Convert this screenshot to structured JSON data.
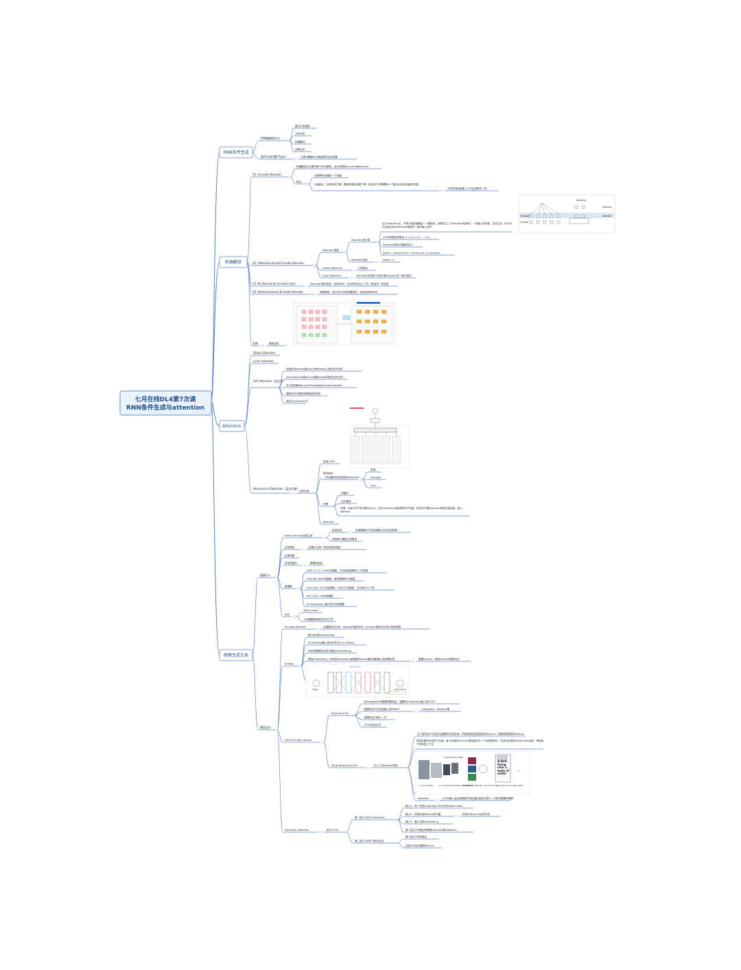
{
  "root": {
    "line1": "七月在线DL4第7次课",
    "line2": "RNN条件生成与attention"
  },
  "main": {
    "rnn": "RNN条件生成",
    "mt": "机器翻译",
    "att": "Attention",
    "cap": "图像生成文本"
  },
  "rnn": {
    "b1": "RNN能做到什么",
    "b1_1": "图片生成描述",
    "b1_2": "文本分类",
    "b1_3": "机器翻译",
    "b1_4": "对联生成",
    "b2": "条件生成问题 P(y|x)",
    "b2_1": "分类问题都可以看成条件生成问题"
  },
  "mt": {
    "v1": "V1: Encoder-Decoder",
    "v1_a": "机器翻译可以看作两个RNN串联，设计对等的encoder和decoder",
    "v1_b": "缺点",
    "v1_b1": "会把源句压缩在一个向量",
    "v1_b2": "长度较长，信息丢失严重，翻译效果会急剧下降（比如句子中需要有一个重点出现在前面的词语）",
    "v1_b2x": "不同时刻的权重上下文应该是不一样",
    "v2": "V2: Attention-based Encoder-Decoder",
    "v2_a": "Attention思想",
    "v2_a1": "Attention的计算",
    "v2_a1_1": "加了attention后，不再只用前面最后一个隐状态，而是关注（与decoder相关的）一些输入的信息，生成之后，所以可以自适应地与decoder相关的一部分输入对齐",
    "v2_a1_2": "LSTM的隐状态集合 H = {h1, h2, ..., hn}",
    "v2_a1_3": "Decoder用来计算隐状态 si",
    "v2_a1_4": "Alpha = (tanh(w1*hj + w2*si)) for j in range(n)",
    "v2_a2": "Attention加权",
    "v2_a2_1": "Alpha * a",
    "v2_b": "Global Attention",
    "v2_b1": "计算量大",
    "v2_c": "Local Attention",
    "v2_c1": "decoder中的某个时刻只和encoder的一部分相关",
    "v3": "V3: Bi-directional encoder layer",
    "v3_1": "Attention的可视化，双向RNN，可以同时记住上下文（前后文）的信息",
    "v4": "V4: Residual-based Encoder-Decoder",
    "v4_1": "残差网络，由于在CNN的效果很好，也应用到RNN中",
    "v5": "总结",
    "v5_1": "模型结构"
  },
  "att": {
    "g": "Global Attention",
    "l": "Local Attention",
    "s": "Self Attention（自注意）",
    "s1": "传统的attention是source和target之间的对齐关系",
    "s2": "Self attention是source或者target内部的对齐关系",
    "s3": "可以同时解决source与target的encoder-decoder",
    "s4": "捕获句子内部的依赖和结构关系",
    "s5": "用在Transformer中",
    "h": "Hierarchical Attention（层次注意）",
    "h_t": "文本分类",
    "h_t1": "双向LSTM",
    "h_t2": "层次组合",
    "h_t2_note": "（先词级别后句级别的attention）",
    "h_t2_1": "拼接",
    "h_t2_2": "Average",
    "h_t2_3": "max",
    "h_t3": "步骤",
    "h_t3_1": "词级别",
    "h_t3_2": "句子级别",
    "h_t3_3": "步骤：对每个句子的词表示term，进行attention加权得到句子向量，再对句子做attention得到文档向量，接入softmax",
    "h_t4": "Attention"
  },
  "cap": {
    "intro": "图像引入",
    "dl": "Deep Learning出现之前",
    "dl1": "检测目标",
    "dl1_1": "采用图像的方法检测图片中存在的物体",
    "dl2": "采用语义模板生成描述",
    "task": "任务描述",
    "task1": "给图片生成一句自然语言描述",
    "app": "应用场景",
    "app_sub": "多任务融合",
    "app_sub1": "跨模态检索",
    "data": "数据集",
    "data1": "IAPR TC-12: 20000张图像，平均每张图像有1.7句描述",
    "data2": "Flickr8k: 8000张图像，每张图像有5句描述",
    "data3": "Flickr30k: 31783张图像，158915句描述，平均每句12.3词",
    "data4": "MS COCO: 16W张图像",
    "data5": "AI Challenger: 最大的中文数据集",
    "eval": "评价",
    "eval1": "BLEU score",
    "eval2": "与机器翻译相同的评价方式",
    "model": "模型设计",
    "ed": "Encoder-Decoder",
    "ed1": "从图像生成文本，decoder使用RNN，encoder使用CNN进行特征提取",
    "mrnn": "M-RNN",
    "mrnn1": "输入单词的embedding",
    "mrnn2": "Embedding输入到RNN中(M-rnn Model)",
    "mrnn3": "RNN和图像特征进行融合(embedding)",
    "mrnn4": "得到embedding，RNN层embedding和图像feature通过映射输入到多模态层",
    "mrnn4x": "图像feature，使用AlexNet提取特征",
    "nic": "Neural Image Caption",
    "sat": "Show And Tell",
    "sat1": "用GoogleNet对图像提取特征，图像的embedding输入到LSTM",
    "sat2": "图像特征只在开始输入到RNN中",
    "sat2x": "GoogleNet、Residual等",
    "sat3": "图像特征只输入一次",
    "sat4": "LSTM生成文本",
    "saat": "Show Attend and Tell",
    "saat_x": "引入了attention机制",
    "saat1": "为了能在每个时刻关注图像的不同区域，不能使用全连接层后的feature，而使用卷积层的feature",
    "saat2": "将特征图划分成多个区域，每个区域的channel维向量作为一个区域的表示，对这些区域进行attention加权，得到每个时刻的上下文",
    "saat3": "attention",
    "saat3x": "LSTM输入包含对图像不同区域的加权注意力，实现对图像的理解",
    "tda": "Top-Down Attention",
    "tda_x": "两个LSTM",
    "tda1": "第一层LSTM学习attention",
    "tda1_1": "输入1：前一时刻Language Model的hidden state",
    "tda1_2": "输入2：所有区域feature的均值",
    "tda1_2x": "所有feature map的平均",
    "tda1_3": "输入3：输入词的embedding",
    "tda1_4": "第一层LSTM输出和图像feature计算attention",
    "tda2": "第二层LSTM学习如何生成",
    "tda2_1": "第一层LSTM的输出",
    "tda2_2": "加权平均后的图像feature"
  },
  "fig": {
    "mt_top_decoder": "Decoder",
    "mt_top_encoder": "Encoder",
    "mt_top_embed": "Embed",
    "mt_top_softmax": "Softmax",
    "mt_top_attn": "Attention",
    "mrnn_left": "Image",
    "mrnn_right": "Output Word",
    "mrnn_top": "Multimodal",
    "sat_caption1": "1. Input Image",
    "sat_caption2": "2. Convolutional Feature Extraction",
    "sat_caption3": "3. RNN with attention over the image",
    "sat_caption4": "4. Word by word generation",
    "sat_map": "14x14 Feature Map",
    "sat_words": "A bird flying over a body of water"
  }
}
